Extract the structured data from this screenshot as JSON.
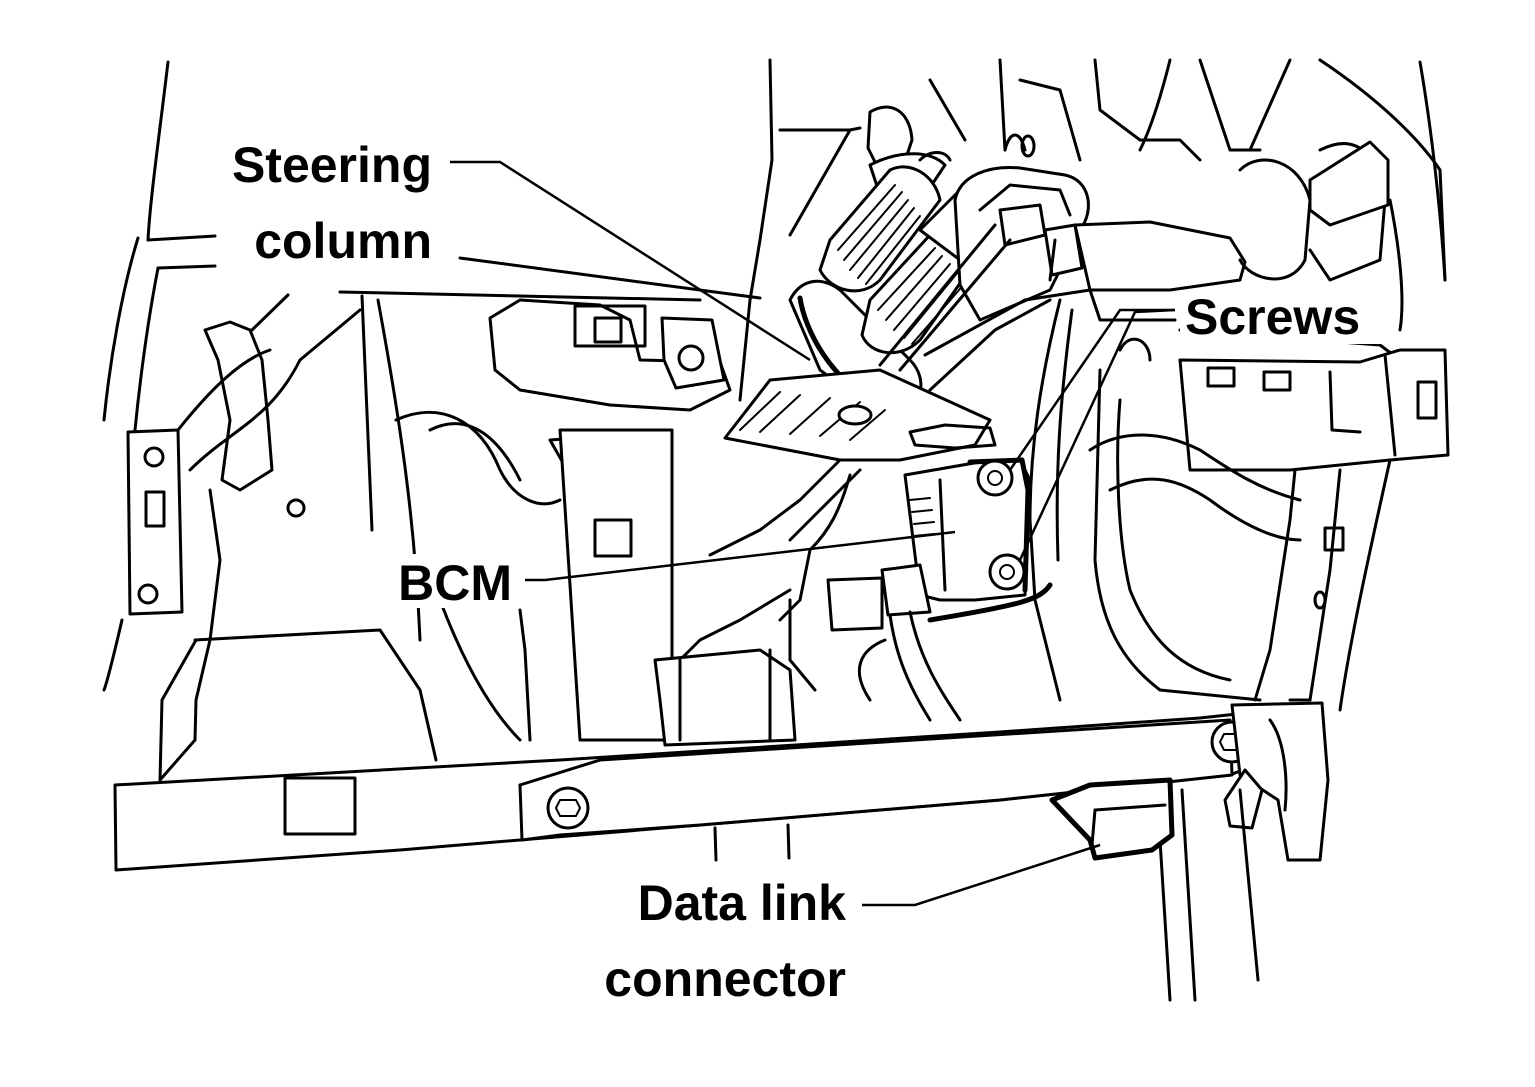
{
  "labels": {
    "steering_column_line1": "Steering",
    "steering_column_line2": "column",
    "screws": "Screws",
    "bcm": "BCM",
    "data_link_line1": "Data link",
    "data_link_line2": "connector"
  },
  "colors": {
    "ink": "#000000",
    "paper": "#ffffff"
  }
}
